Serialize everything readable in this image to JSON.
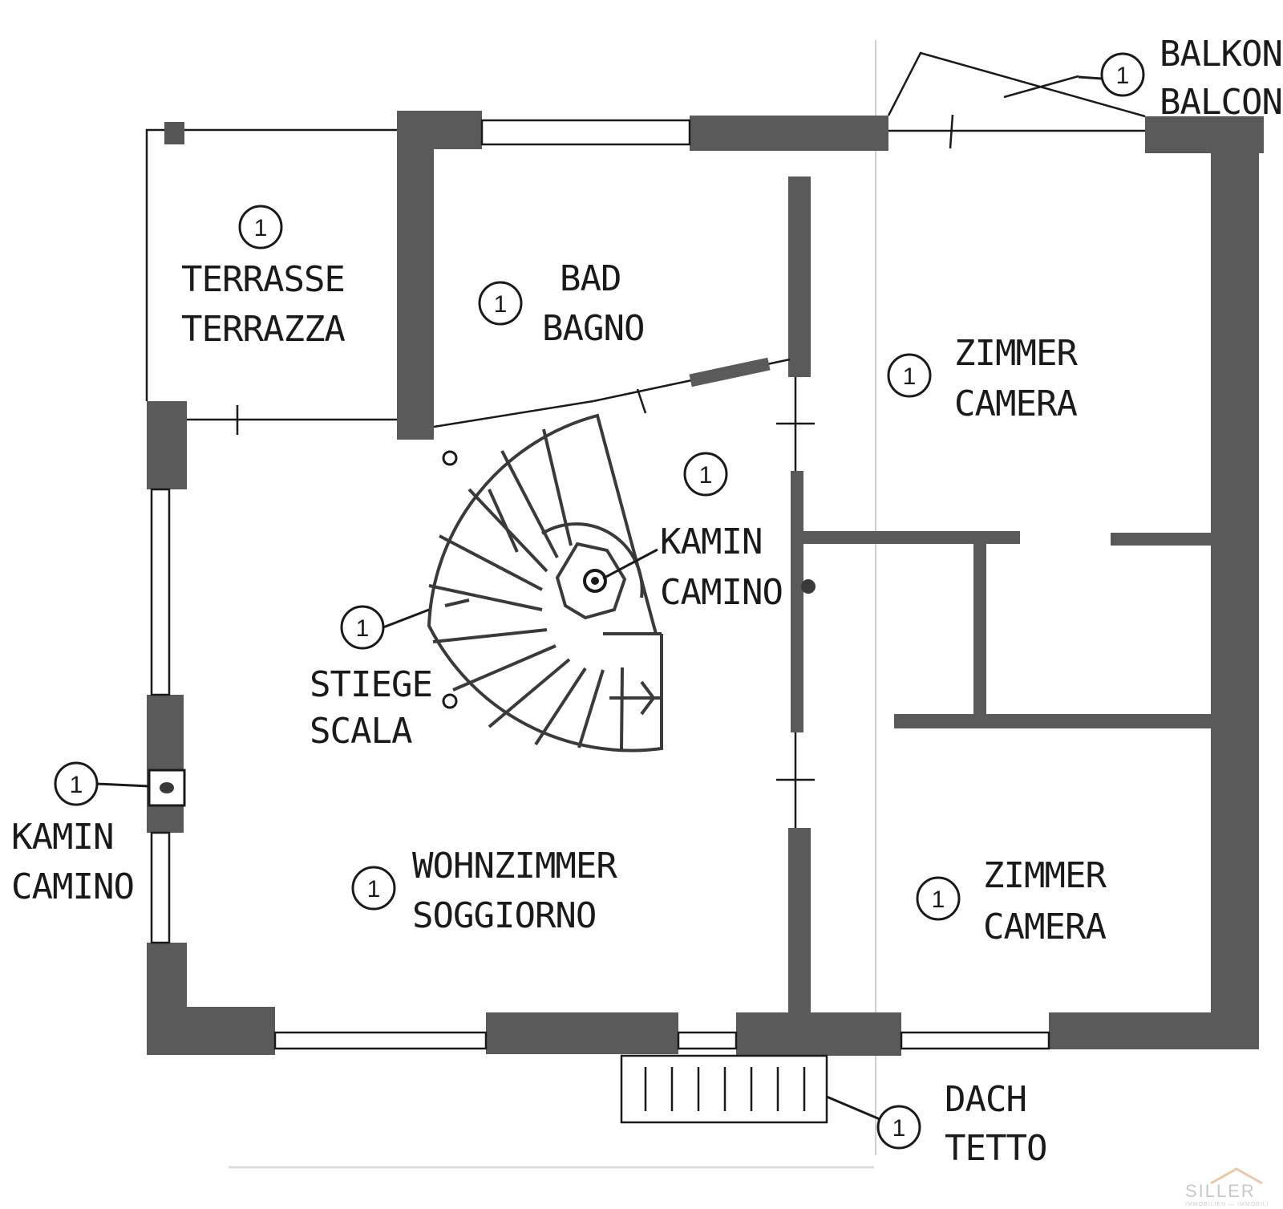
{
  "rooms": {
    "terrasse": {
      "number": "1",
      "line1": "TERRASSE",
      "line2": "TERRAZZA"
    },
    "bad": {
      "number": "1",
      "line1": "BAD",
      "line2": "BAGNO"
    },
    "zimmer_top": {
      "number": "1",
      "line1": "ZIMMER",
      "line2": "CAMERA"
    },
    "kamin_center": {
      "number": "1",
      "line1": "KAMIN",
      "line2": "CAMINO"
    },
    "stiege": {
      "number": "1",
      "line1": "STIEGE",
      "line2": "SCALA"
    },
    "kamin_left": {
      "number": "1",
      "line1": "KAMIN",
      "line2": "CAMINO"
    },
    "wohnzimmer": {
      "number": "1",
      "line1": "WOHNZIMMER",
      "line2": "SOGGIORNO"
    },
    "zimmer_bottom": {
      "number": "1",
      "line1": "ZIMMER",
      "line2": "CAMERA"
    },
    "dach": {
      "number": "1",
      "line1": "DACH",
      "line2": "TETTO"
    },
    "balkon": {
      "number": "1",
      "line1": "BALKON",
      "line2": "BALCON"
    }
  },
  "logo": {
    "name": "SILLER",
    "tagline": "IMMOBILIEN — IMMOBILI"
  }
}
